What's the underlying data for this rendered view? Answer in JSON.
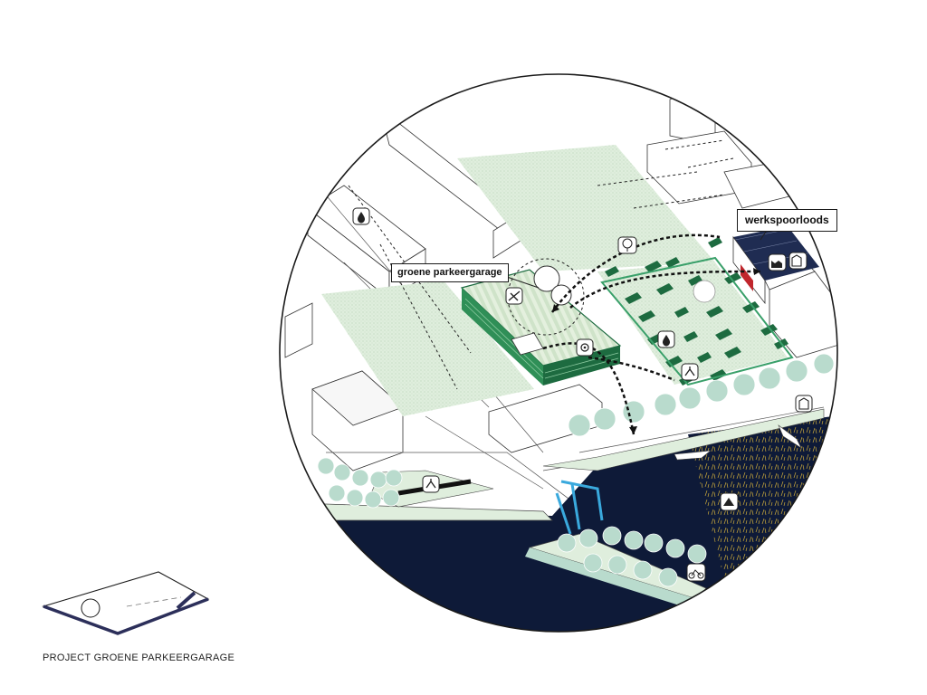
{
  "labels": {
    "garage": "groene parkeergarage",
    "loods": "werkspoorloods"
  },
  "caption": "PROJECT GROENE PARKEERGARAGE",
  "colors": {
    "water": "#0e1a38",
    "park": "#dfeedd",
    "roof_green": "#2f8f57",
    "dark_green": "#1d6b40",
    "tree": "#b9dbcd",
    "solar": "#1f2c52",
    "accent_red": "#c0262c",
    "bridge_blue": "#3aa9dd",
    "reed": "#c9a83a"
  },
  "icons": [
    "water-drop-icon",
    "tree-icon",
    "flower-icon",
    "dog-walk-icon",
    "factory-icon",
    "city-icon",
    "fish-icon",
    "bicycle-icon",
    "sport-icon"
  ]
}
